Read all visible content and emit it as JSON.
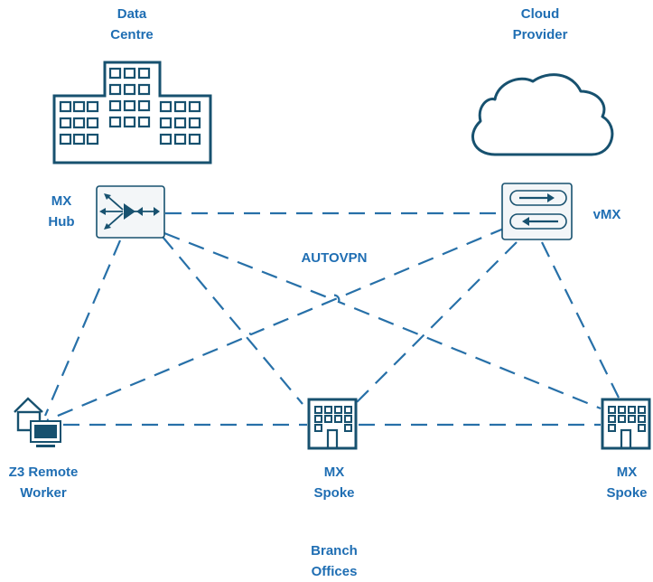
{
  "colors": {
    "icon_stroke": "#17516f",
    "label_text": "#1f6eb3",
    "link_dash": "#2770a8",
    "device_fill": "#f3f6f8"
  },
  "labels": {
    "data_centre": [
      "Data",
      "Centre"
    ],
    "cloud_provider": [
      "Cloud",
      "Provider"
    ],
    "mx_hub": [
      "MX",
      "Hub"
    ],
    "vmx": "vMX",
    "autovpn": "AUTOVPN",
    "z3_remote_worker": [
      "Z3 Remote",
      "Worker"
    ],
    "mx_spoke_center": [
      "MX",
      "Spoke"
    ],
    "mx_spoke_right": [
      "MX",
      "Spoke"
    ],
    "branch_offices": [
      "Branch",
      "Offices"
    ]
  },
  "icons": {
    "data_centre": "office-building-icon",
    "cloud": "cloud-icon",
    "mx_hub": "router-hub-icon",
    "vmx": "vmx-appliance-icon",
    "z3": "home-teleworker-icon",
    "spoke_center": "branch-building-icon",
    "spoke_right": "branch-building-icon"
  },
  "connections": [
    {
      "from": "MX Hub",
      "to": "vMX",
      "style": "dashed"
    },
    {
      "from": "MX Hub",
      "to": "Z3 Remote Worker",
      "style": "dashed"
    },
    {
      "from": "MX Hub",
      "to": "MX Spoke (center)",
      "style": "dashed"
    },
    {
      "from": "MX Hub",
      "to": "MX Spoke (right)",
      "style": "dashed"
    },
    {
      "from": "vMX",
      "to": "Z3 Remote Worker",
      "style": "dashed"
    },
    {
      "from": "vMX",
      "to": "MX Spoke (center)",
      "style": "dashed"
    },
    {
      "from": "vMX",
      "to": "MX Spoke (right)",
      "style": "dashed"
    },
    {
      "from": "Z3 Remote Worker",
      "to": "MX Spoke (center)",
      "style": "dashed"
    },
    {
      "from": "MX Spoke (center)",
      "to": "MX Spoke (right)",
      "style": "dashed"
    }
  ]
}
